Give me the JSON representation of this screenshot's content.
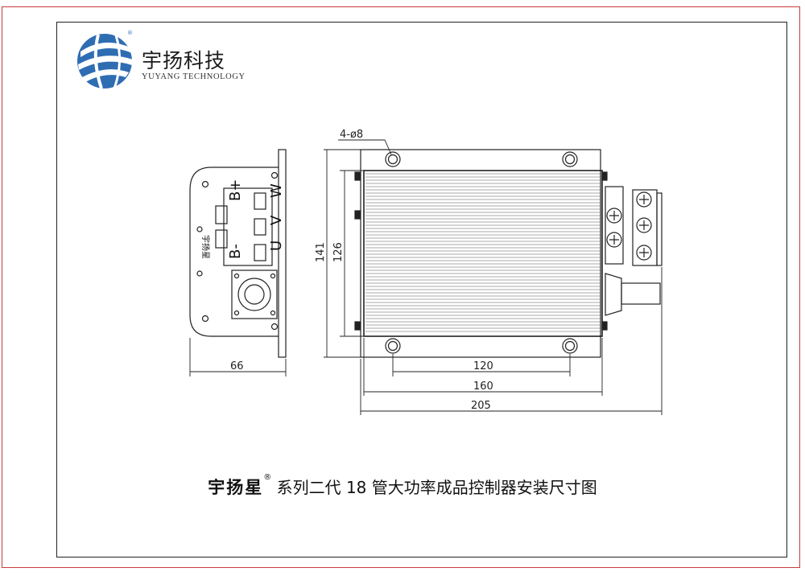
{
  "brand": {
    "name_cn": "宇扬科技",
    "name_en": "YUYANG TECHNOLOGY",
    "registered_mark": "®"
  },
  "side_view": {
    "terminal_labels": [
      "B+",
      "W",
      "V",
      "B-",
      "U"
    ],
    "vertical_brand_text": "宇扬星"
  },
  "dimensions": {
    "hole_note": "4-ø8",
    "height_total": "141",
    "height_body": "126",
    "side_width": "66",
    "hole_spacing": "120",
    "body_width": "160",
    "overall_width": "205"
  },
  "caption": {
    "brand": "宇扬星",
    "mark": "®",
    "text": "系列二代 18 管大功率成品控制器安装尺寸图"
  },
  "colors": {
    "logo_blue": "#2f6db3",
    "frame_red": "#c83c3c"
  }
}
